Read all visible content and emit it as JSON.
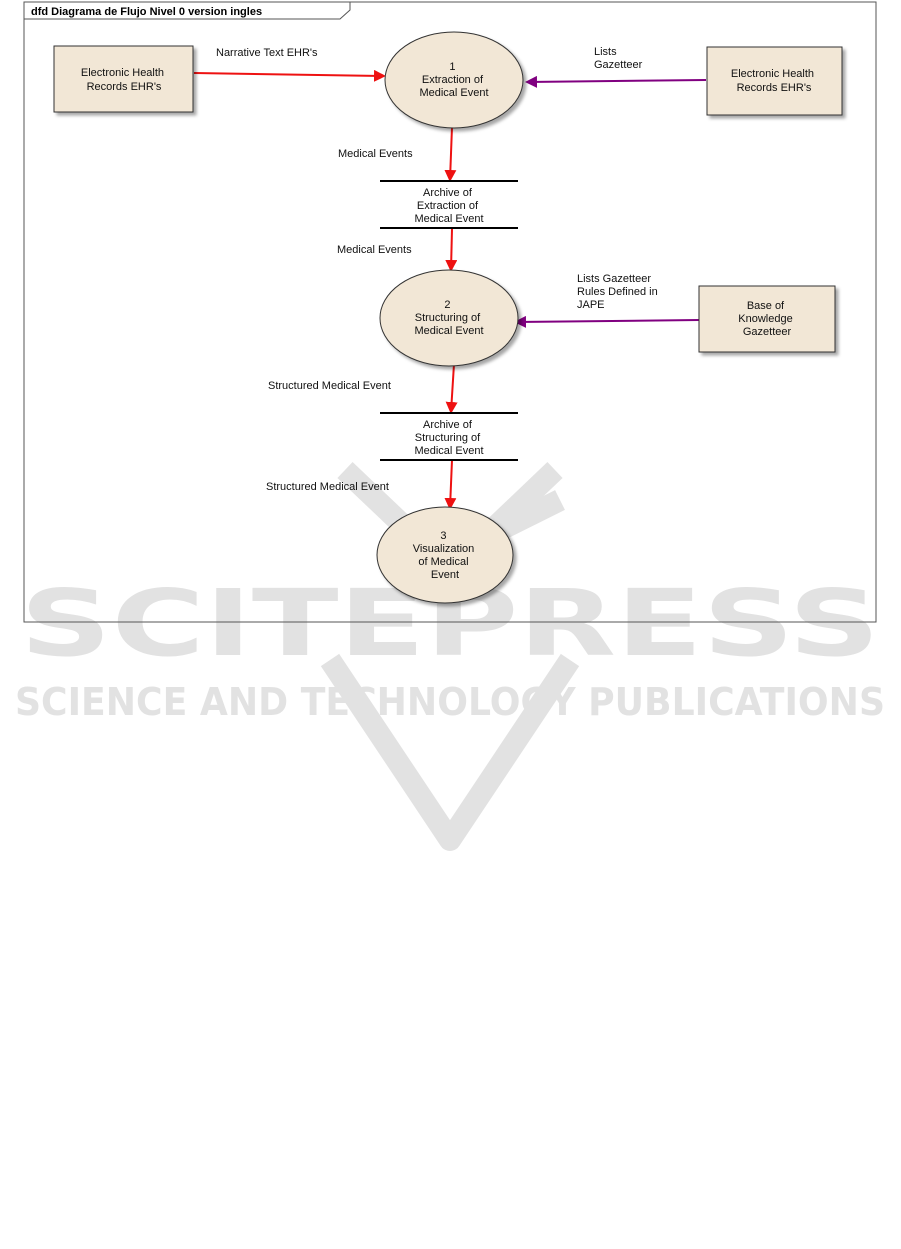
{
  "frame": {
    "title": "dfd Diagrama de Flujo Nivel 0 version ingles"
  },
  "entities": {
    "ehr_left": {
      "lines": [
        "Electronic Health",
        "Records  EHR's"
      ]
    },
    "ehr_right": {
      "lines": [
        "Electronic Health",
        "Records  EHR's"
      ]
    },
    "knowledge_base": {
      "lines": [
        "Base of",
        "Knowledge",
        "Gazetteer"
      ]
    }
  },
  "processes": {
    "p1": {
      "lines": [
        "1",
        "Extraction of",
        "Medical Event"
      ]
    },
    "p2": {
      "lines": [
        "2",
        "Structuring of",
        "Medical Event"
      ]
    },
    "p3": {
      "lines": [
        "3",
        "Visualization",
        "of Medical",
        "Event"
      ]
    }
  },
  "stores": {
    "s1": {
      "lines": [
        "Archive of",
        "Extraction of",
        "Medical Event"
      ]
    },
    "s2": {
      "lines": [
        "Archive of",
        "Structuring of",
        "Medical Event"
      ]
    }
  },
  "flows": {
    "narrative": {
      "lines": [
        "Narrative Text EHR's"
      ]
    },
    "lists1": {
      "lines": [
        "Lists",
        "Gazetteer"
      ]
    },
    "med_events1": {
      "lines": [
        "Medical Events"
      ]
    },
    "med_events2": {
      "lines": [
        "Medical Events"
      ]
    },
    "lists2": {
      "lines": [
        "Lists Gazetteer",
        "Rules Defined in",
        "JAPE"
      ]
    },
    "structured1": {
      "lines": [
        "Structured Medical Event"
      ]
    },
    "structured2": {
      "lines": [
        "Structured Medical Event"
      ]
    }
  },
  "watermark": {
    "brand": "SCITEPRESS",
    "tagline": "SCIENCE AND TECHNOLOGY PUBLICATIONS"
  },
  "colors": {
    "entity_fill": "#f2e7d6",
    "process_fill": "#f2e7d6",
    "flow_red": "#ee1111",
    "flow_purple": "#800080",
    "watermark": "#e2e2e2"
  }
}
